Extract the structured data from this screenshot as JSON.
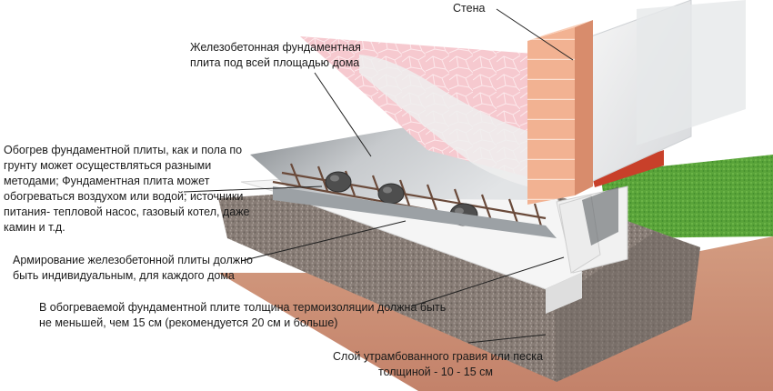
{
  "labels": {
    "wall": [
      "Стена"
    ],
    "slab": [
      "Железобетонная фундаментная",
      "плита под всей площадью дома"
    ],
    "heating": [
      "Обогрев фундаментной плиты, как и пола по",
      "грунту может осуществляться разными",
      "методами; Фундаментная плита может",
      "обогреваться воздухом или водой; источники",
      "питания- тепловой насос, газовый котел, даже",
      "камин и т.д."
    ],
    "reinforcement": [
      "Армирование железобетонной плиты должно",
      "быть индивидуальным, для каждого дома"
    ],
    "insulation": [
      "В обогреваемой фундаментной плите толщина термоизоляции должна быть",
      "не меньшей, чем 15 см (рекомендуется 20 см и больше)"
    ],
    "gravel": [
      "Слой утрамбованного гравия или песка",
      "толщиной - 10 - 15 см"
    ]
  },
  "colors": {
    "text": "#1a1a1a",
    "leader": "#222222",
    "brick": "#f0b090",
    "gravel": "#8a7f78",
    "grass": "#5fa83c",
    "insulation": "#f4f4f4",
    "concrete": "#b9bdc0",
    "soil": "#c98c72"
  },
  "icons": [
    "foundation-cross-section-illustration"
  ]
}
